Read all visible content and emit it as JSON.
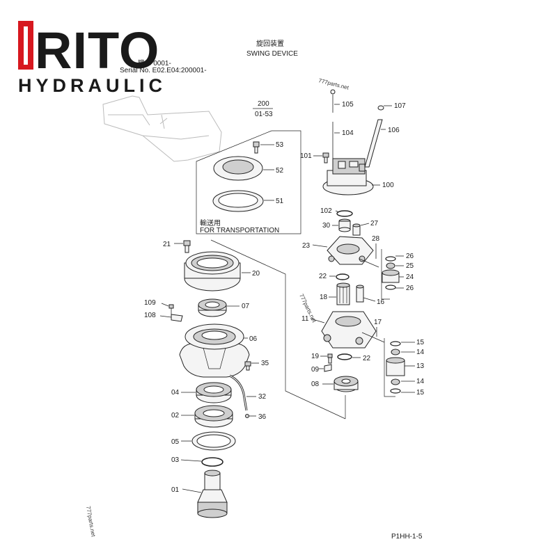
{
  "brand": {
    "logo_word": "RITO",
    "logo_sub": "HYDRAULIC",
    "logo_color": "#d7181f",
    "logo_dark": "#1a1a1a"
  },
  "header": {
    "title_jp": "旋回装置",
    "title_en": "SWING DEVICE",
    "model_line_1": "機 S 0001-",
    "model_line_2": "Serial No.    E02.E04:200001-"
  },
  "box": {
    "ref_num": "200",
    "ref_sub": "01-53",
    "caption_jp": "輸送用",
    "caption_en": "FOR TRANSPORTATION"
  },
  "watermarks": [
    "777parts.net",
    "777parts.net",
    "777parts.net"
  ],
  "page_code": "P1HH-1-5",
  "callouts": {
    "c105": "105",
    "c107": "107",
    "c104": "104",
    "c106": "106",
    "c101": "101",
    "c100": "100",
    "c53": "53",
    "c52": "52",
    "c51": "51",
    "c102": "102",
    "c30": "30",
    "c27": "27",
    "c23": "23",
    "c28": "28",
    "c26a": "26",
    "c25": "25",
    "c24": "24",
    "c26b": "26",
    "c22a": "22",
    "c18": "18",
    "c16": "16",
    "c21": "21",
    "c20": "20",
    "c109": "109",
    "c07": "07",
    "c108": "108",
    "c06": "06",
    "c11": "11",
    "c17": "17",
    "c15a": "15",
    "c14a": "14",
    "c13": "13",
    "c14b": "14",
    "c15b": "15",
    "c19": "19",
    "c22b": "22",
    "c09": "09",
    "c35": "35",
    "c08": "08",
    "c04": "04",
    "c32": "32",
    "c02": "02",
    "c36": "36",
    "c05": "05",
    "c03": "03",
    "c01": "01"
  }
}
